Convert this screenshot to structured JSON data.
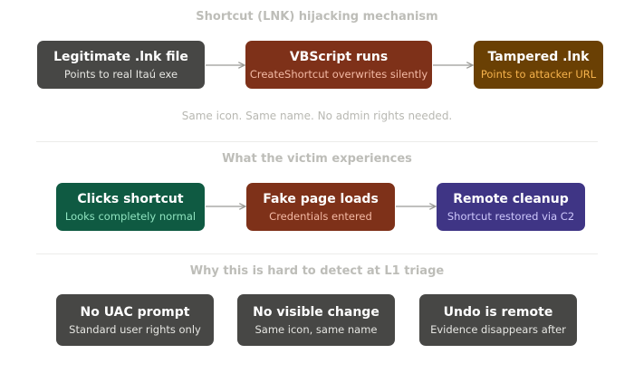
{
  "section1": {
    "title": "Shortcut (LNK) hijacking mechanism",
    "boxes": [
      {
        "main": "Legitimate .lnk file",
        "sub": "Points to real Itaú exe"
      },
      {
        "main": "VBScript runs",
        "sub": "CreateShortcut overwrites silently"
      },
      {
        "main": "Tampered .lnk",
        "sub": "Points to attacker URL"
      }
    ],
    "caption": "Same icon. Same name. No admin rights needed."
  },
  "section2": {
    "title": "What the victim experiences",
    "boxes": [
      {
        "main": "Clicks shortcut",
        "sub": "Looks completely normal"
      },
      {
        "main": "Fake page loads",
        "sub": "Credentials entered"
      },
      {
        "main": "Remote cleanup",
        "sub": "Shortcut restored via C2"
      }
    ]
  },
  "section3": {
    "title": "Why this is hard to detect at L1 triage",
    "boxes": [
      {
        "main": "No UAC prompt",
        "sub": "Standard user rights only"
      },
      {
        "main": "No visible change",
        "sub": "Same icon, same name"
      },
      {
        "main": "Undo is remote",
        "sub": "Evidence disappears after"
      }
    ]
  },
  "colors": {
    "gray_box": "#474745",
    "gray_sub": "#e6e6e2",
    "rust_box": "#7e3119",
    "rust_sub": "#f3b9a4",
    "amber_box": "#6a4004",
    "amber_sub": "#f5b24c",
    "green_box": "#0f5a42",
    "green_sub": "#8fe3bf",
    "indigo_box": "#3f3585",
    "indigo_sub": "#cdc7fb",
    "arrow": "#9a9a96",
    "title": "#bdbdb8"
  }
}
